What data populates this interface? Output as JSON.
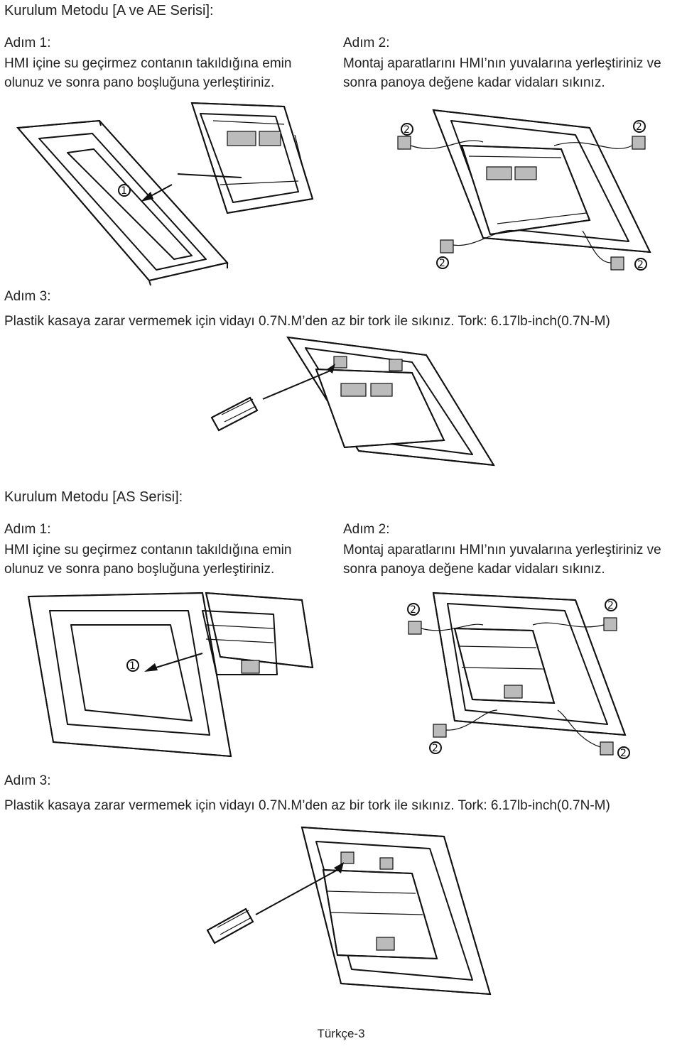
{
  "section_a": {
    "title": "Kurulum Metodu [A ve AE Serisi]:",
    "step1": {
      "label": "Adım 1:",
      "line1": "HMI içine su geçirmez contanın takıldığına emin",
      "line2": "olunuz ve sonra pano boşluğuna yerleştiriniz."
    },
    "step2": {
      "label": "Adım 2:",
      "line1": "Montaj aparatlarını HMI’nın yuvalarına yerleştiriniz ve",
      "line2": "sonra panoya değene kadar vidaları sıkınız."
    },
    "step3": {
      "label": "Adım 3:",
      "line1": "Plastik kasaya zarar vermemek için vidayı 0.7N.M’den az bir tork ile sıkınız. Tork: 6.17lb-inch(0.7N-M)"
    }
  },
  "section_as": {
    "title": "Kurulum Metodu [AS Serisi]:",
    "step1": {
      "label": "Adım 1:",
      "line1": "HMI içine su geçirmez contanın takıldığına emin",
      "line2": "olunuz ve sonra pano boşluğuna yerleştiriniz."
    },
    "step2": {
      "label": "Adım 2:",
      "line1": "Montaj aparatlarını HMI’nın yuvalarına yerleştiriniz ve",
      "line2": "sonra panoya değene kadar vidaları sıkınız."
    },
    "step3": {
      "label": "Adım 3:",
      "line1": "Plastik kasaya zarar vermemek için vidayı 0.7N.M’den az bir tork ile sıkınız. Tork: 6.17lb-inch(0.7N-M)"
    }
  },
  "markers": {
    "step1": "1",
    "step2": "2"
  },
  "footer": {
    "page": "Türkçe-3"
  }
}
